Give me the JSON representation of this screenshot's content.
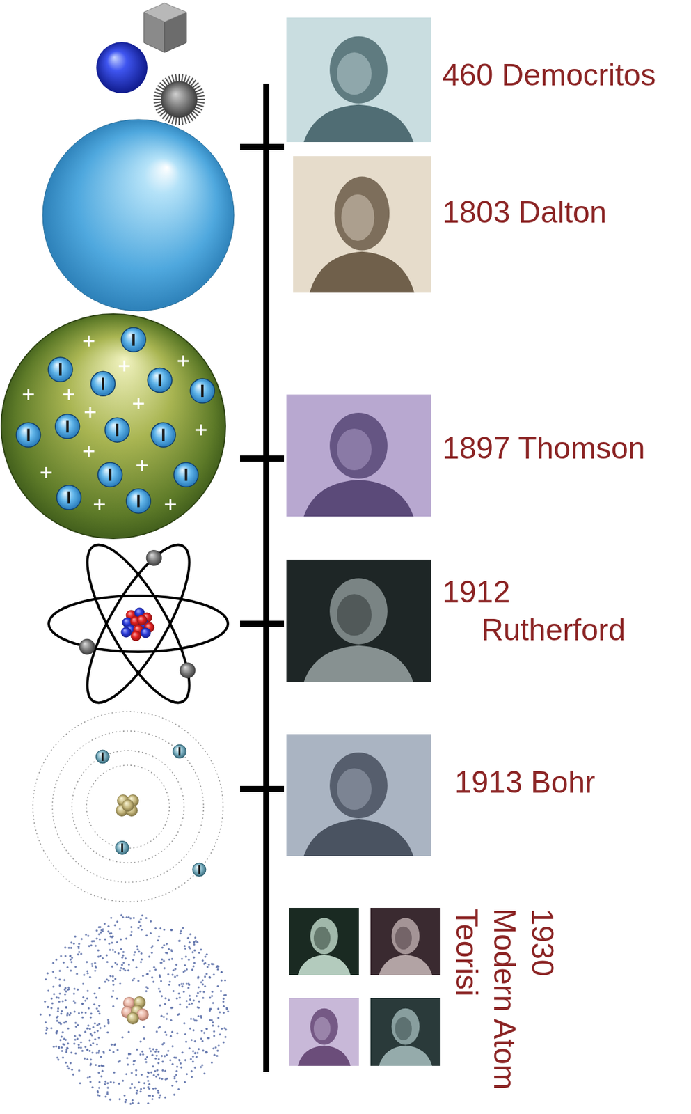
{
  "diagram": {
    "labels": [
      "460 Democritos",
      "1803 Dalton",
      "1897 Thomson",
      "1912 Rutherford",
      "1913 Bohr",
      "1930 Modern Atom Teorisi"
    ]
  }
}
